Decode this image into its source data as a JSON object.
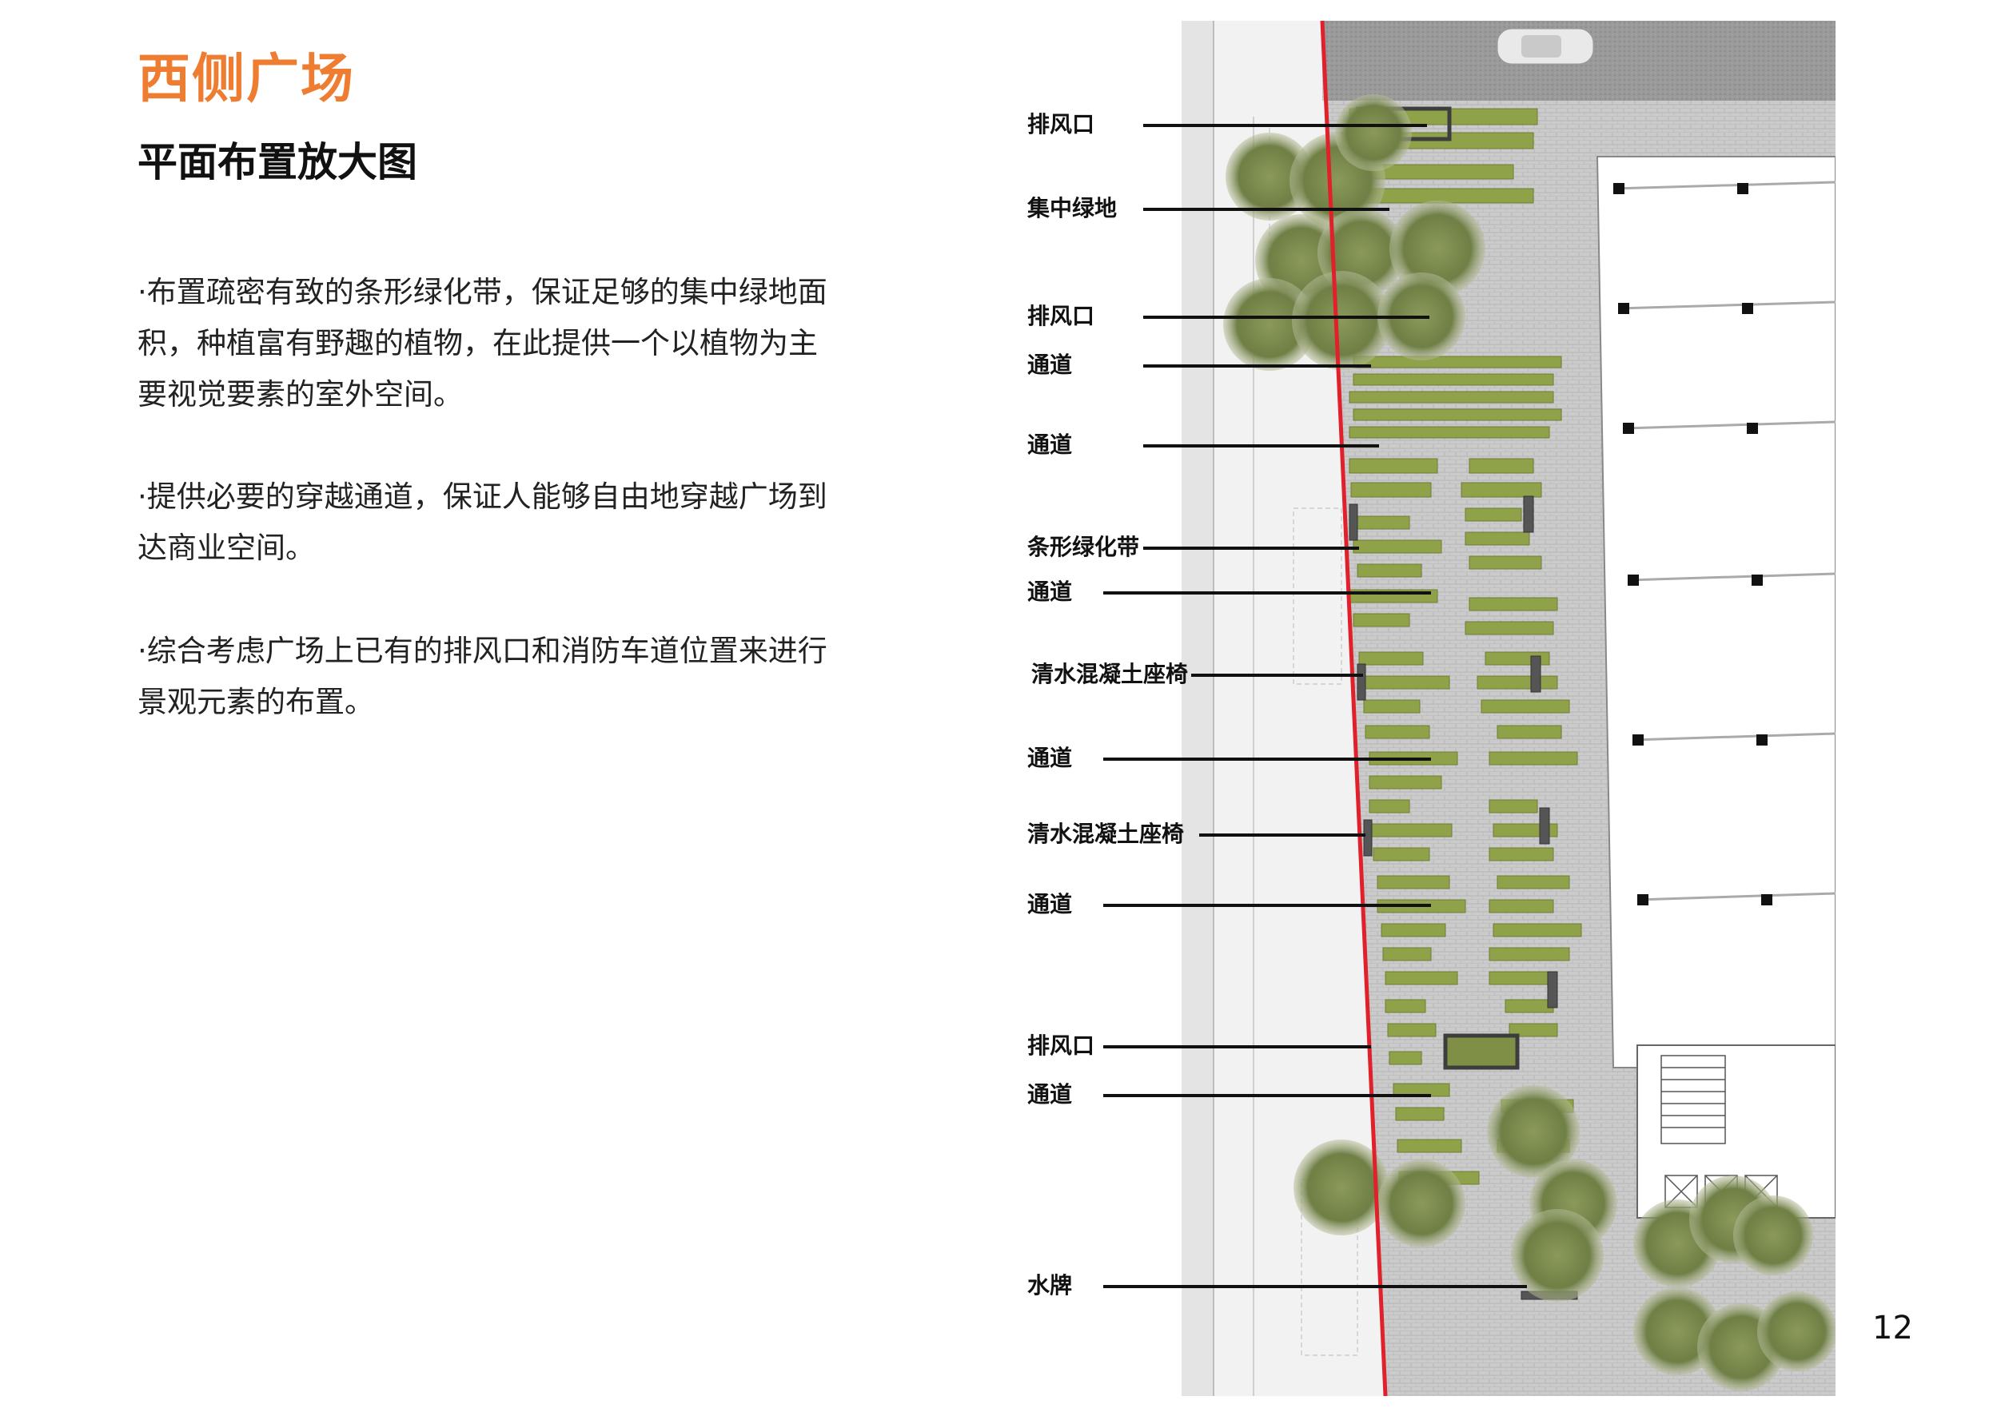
{
  "header": {
    "title": "西侧广场",
    "subtitle": "平面布置放大图"
  },
  "body": {
    "paragraphs": [
      "·布置疏密有致的条形绿化带，保证足够的集中绿地面积，种植富有野趣的植物，在此提供一个以植物为主要视觉要素的室外空间。",
      "·提供必要的穿越通道，保证人能够自由地穿越广场到达商业空间。",
      "·综合考虑广场上已有的排风口和消防车道位置来进行景观元素的布置。"
    ]
  },
  "callouts": [
    {
      "label": "排风口"
    },
    {
      "label": "集中绿地"
    },
    {
      "label": "排风口"
    },
    {
      "label": "通道"
    },
    {
      "label": "通道"
    },
    {
      "label": "条形绿化带"
    },
    {
      "label": "通道"
    },
    {
      "label": "清水混凝土座椅"
    },
    {
      "label": "通道"
    },
    {
      "label": "清水混凝土座椅"
    },
    {
      "label": "通道"
    },
    {
      "label": "排风口"
    },
    {
      "label": "通道"
    },
    {
      "label": "水牌"
    }
  ],
  "page": {
    "number": "12"
  },
  "colors": {
    "title": "#ee7d31",
    "boundary": "#e0202a",
    "grass": "#8fa24a",
    "paving": "#c8c8c8"
  }
}
